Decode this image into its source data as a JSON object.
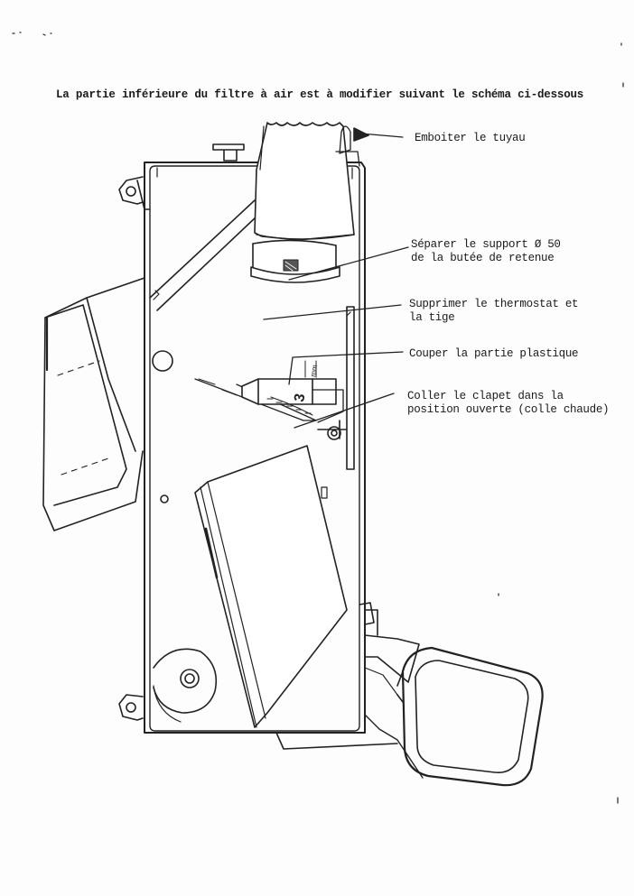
{
  "header": {
    "title": "La partie inférieure du filtre à air est à modifier suivant le schéma ci-dessous"
  },
  "annotations": [
    {
      "id": "emboiter",
      "lines": [
        "Emboiter le tuyau"
      ]
    },
    {
      "id": "separer",
      "lines": [
        "Séparer le support Ø 50",
        "de la butée de retenue"
      ]
    },
    {
      "id": "supprimer",
      "lines": [
        "Supprimer le thermostat et",
        "la tige"
      ]
    },
    {
      "id": "couper",
      "lines": [
        "Couper la partie plastique"
      ]
    },
    {
      "id": "coller",
      "lines": [
        "Coller le clapet dans la",
        "position ouverte (colle chaude)"
      ]
    }
  ],
  "figure": {
    "dimension_label": "3",
    "unit_label": "mm"
  }
}
